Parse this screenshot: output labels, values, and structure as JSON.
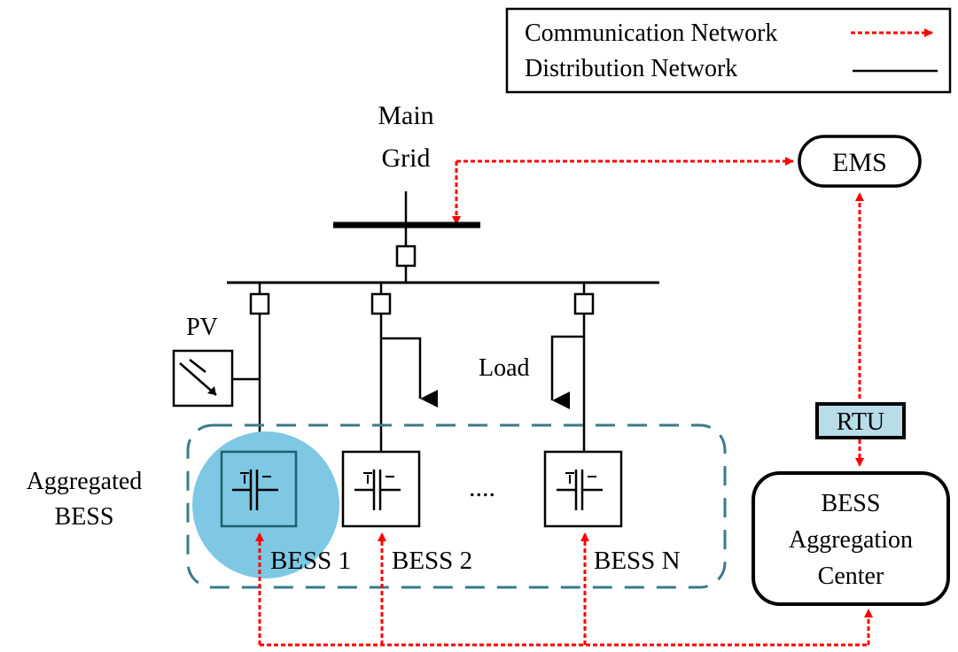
{
  "legend": {
    "communication": "Communication Network",
    "distribution": "Distribution Network"
  },
  "labels": {
    "main_grid_line1": "Main",
    "main_grid_line2": "Grid",
    "ems": "EMS",
    "pv": "PV",
    "load": "Load",
    "aggregated_line1": "Aggregated",
    "aggregated_line2": "BESS",
    "rtu": "RTU",
    "center_line1": "BESS",
    "center_line2": "Aggregation",
    "center_line3": "Center",
    "ellipsis": "....",
    "bess1": "BESS 1",
    "bess2": "BESS 2",
    "bessn": "BESS N"
  },
  "colors": {
    "communication": "#ff0000",
    "distribution": "#000000",
    "highlight": "#7ec8e3",
    "rtu_fill": "#b8dde9",
    "group_border": "#3a7a8c"
  }
}
